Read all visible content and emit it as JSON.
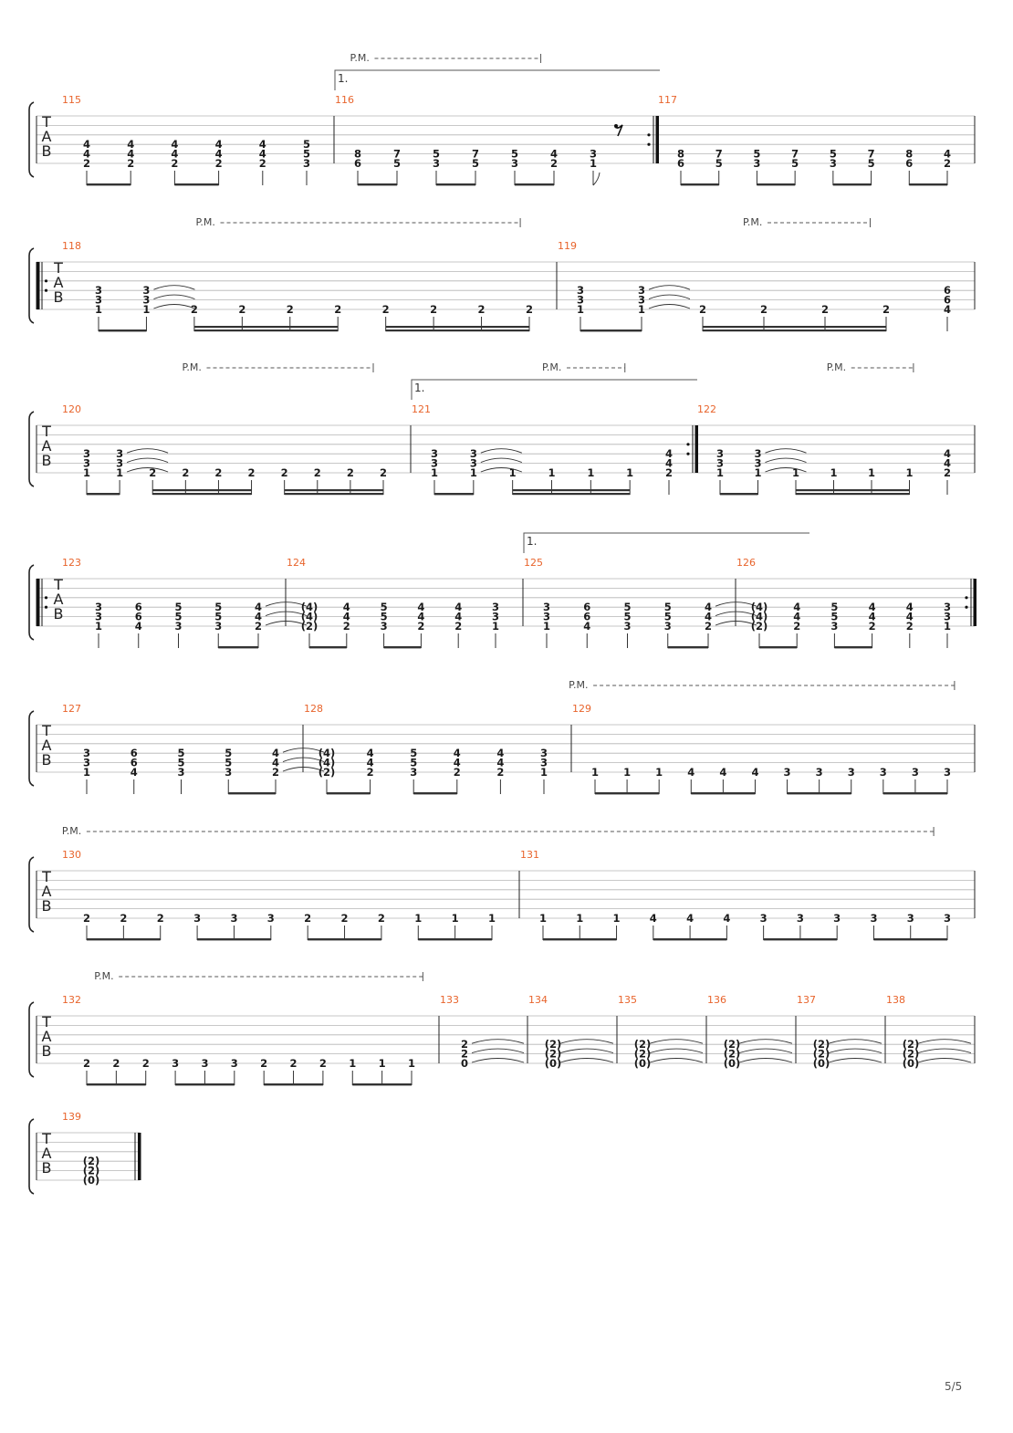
{
  "page": {
    "number": "5/5"
  },
  "labels": {
    "pm": "P.M.",
    "volta": "1.",
    "clef": [
      "T",
      "A",
      "B"
    ]
  },
  "systems": [
    {
      "measures": [
        {
          "number": "115",
          "chords": [
            [
              "4",
              "4",
              "2"
            ],
            [
              "4",
              "4",
              "2"
            ],
            [
              "4",
              "4",
              "2"
            ],
            [
              "4",
              "4",
              "2"
            ],
            [
              "4",
              "4",
              "2"
            ],
            [
              "5",
              "5",
              "3"
            ]
          ],
          "beams": [
            [
              0,
              1
            ],
            [
              2,
              3
            ]
          ]
        },
        {
          "number": "116",
          "chords": [
            [
              "8",
              "6"
            ],
            [
              "7",
              "5"
            ],
            [
              "5",
              "3"
            ],
            [
              "7",
              "5"
            ],
            [
              "5",
              "3"
            ],
            [
              "4",
              "2"
            ],
            [
              "3",
              "1"
            ]
          ],
          "beams": [
            [
              0,
              1
            ],
            [
              2,
              3
            ],
            [
              4,
              5
            ]
          ],
          "flag": 6,
          "rest": true,
          "repeat_end": true
        },
        {
          "number": "117",
          "chords": [
            [
              "8",
              "6"
            ],
            [
              "7",
              "5"
            ],
            [
              "5",
              "3"
            ],
            [
              "7",
              "5"
            ],
            [
              "5",
              "3"
            ],
            [
              "7",
              "5"
            ],
            [
              "8",
              "6"
            ],
            [
              "4",
              "2"
            ]
          ],
          "beams": [
            [
              0,
              1
            ],
            [
              2,
              3
            ],
            [
              4,
              5
            ],
            [
              6,
              7
            ]
          ]
        }
      ],
      "pm": [
        {
          "from": 1,
          "from_frac": 0.12,
          "to": 1,
          "to_frac": 0.64
        }
      ],
      "volta": [
        {
          "label": "1.",
          "measure": 1
        }
      ]
    },
    {
      "repeat_start": true,
      "measures": [
        {
          "number": "118",
          "chords": [
            [
              "3",
              "3",
              "1"
            ],
            [
              "3",
              "3",
              "1"
            ],
            [
              "2"
            ],
            [
              "2"
            ],
            [
              "2"
            ],
            [
              "2"
            ],
            [
              "2"
            ],
            [
              "2"
            ],
            [
              "2"
            ],
            [
              "2"
            ]
          ],
          "beams": [
            [
              0,
              1
            ]
          ],
          "beams16": [
            [
              2,
              5
            ],
            [
              6,
              9
            ]
          ],
          "ties_after": [
            1
          ]
        },
        {
          "number": "119",
          "chords": [
            [
              "3",
              "3",
              "1"
            ],
            [
              "3",
              "3",
              "1"
            ],
            [
              "2"
            ],
            [
              "2"
            ],
            [
              "2"
            ],
            [
              "2"
            ],
            [
              "6",
              "6",
              "4"
            ]
          ],
          "beams": [
            [
              0,
              1
            ]
          ],
          "beams16": [
            [
              2,
              5
            ]
          ],
          "ties_after": [
            1
          ]
        }
      ],
      "pm": [
        {
          "from": 0,
          "from_frac": 0.35,
          "to": 0,
          "to_frac": 0.93
        },
        {
          "from": 1,
          "from_frac": 0.5,
          "to": 1,
          "to_frac": 0.75
        }
      ]
    },
    {
      "measures": [
        {
          "number": "120",
          "chords": [
            [
              "3",
              "3",
              "1"
            ],
            [
              "3",
              "3",
              "1"
            ],
            [
              "2"
            ],
            [
              "2"
            ],
            [
              "2"
            ],
            [
              "2"
            ],
            [
              "2"
            ],
            [
              "2"
            ],
            [
              "2"
            ],
            [
              "2"
            ]
          ],
          "beams": [
            [
              0,
              1
            ]
          ],
          "beams16": [
            [
              2,
              5
            ],
            [
              6,
              9
            ]
          ],
          "ties_after": [
            1
          ]
        },
        {
          "number": "121",
          "chords": [
            [
              "3",
              "3",
              "1"
            ],
            [
              "3",
              "3",
              "1"
            ],
            [
              "1"
            ],
            [
              "1"
            ],
            [
              "1"
            ],
            [
              "1"
            ],
            [
              "4",
              "4",
              "2"
            ]
          ],
          "beams": [
            [
              0,
              1
            ]
          ],
          "beams16": [
            [
              2,
              5
            ]
          ],
          "ties_after": [
            1
          ],
          "repeat_end": true
        },
        {
          "number": "122",
          "chords": [
            [
              "3",
              "3",
              "1"
            ],
            [
              "3",
              "3",
              "1"
            ],
            [
              "1"
            ],
            [
              "1"
            ],
            [
              "1"
            ],
            [
              "1"
            ],
            [
              "4",
              "4",
              "2"
            ]
          ],
          "beams": [
            [
              0,
              1
            ]
          ],
          "beams16": [
            [
              2,
              5
            ]
          ],
          "ties_after": [
            1
          ]
        }
      ],
      "pm": [
        {
          "from": 0,
          "from_frac": 0.45,
          "to": 0,
          "to_frac": 0.9
        },
        {
          "from": 1,
          "from_frac": 0.54,
          "to": 1,
          "to_frac": 0.75
        },
        {
          "from": 2,
          "from_frac": 0.55,
          "to": 2,
          "to_frac": 0.78
        }
      ],
      "volta": [
        {
          "label": "1.",
          "measure": 1
        }
      ]
    },
    {
      "repeat_start": true,
      "measures": [
        {
          "number": "123",
          "chords": [
            [
              "3",
              "3",
              "1"
            ],
            [
              "6",
              "6",
              "4"
            ],
            [
              "5",
              "5",
              "3"
            ],
            [
              "5",
              "5",
              "3"
            ],
            [
              "4",
              "4",
              "2"
            ]
          ],
          "beams": [
            [
              3,
              4
            ]
          ],
          "ties_after": [
            4
          ]
        },
        {
          "number": "124",
          "chords": [
            [
              "(4)",
              "(4)",
              "(2)"
            ],
            [
              "4",
              "4",
              "2"
            ],
            [
              "5",
              "5",
              "3"
            ],
            [
              "4",
              "4",
              "2"
            ],
            [
              "4",
              "4",
              "2"
            ],
            [
              "3",
              "3",
              "1"
            ]
          ],
          "beams": [
            [
              0,
              1
            ],
            [
              2,
              3
            ]
          ]
        },
        {
          "number": "125",
          "chords": [
            [
              "3",
              "3",
              "1"
            ],
            [
              "6",
              "6",
              "4"
            ],
            [
              "5",
              "5",
              "3"
            ],
            [
              "5",
              "5",
              "3"
            ],
            [
              "4",
              "4",
              "2"
            ]
          ],
          "beams": [
            [
              3,
              4
            ]
          ],
          "ties_after": [
            4
          ]
        },
        {
          "number": "126",
          "chords": [
            [
              "(4)",
              "(4)",
              "(2)"
            ],
            [
              "4",
              "4",
              "2"
            ],
            [
              "5",
              "5",
              "3"
            ],
            [
              "4",
              "4",
              "2"
            ],
            [
              "4",
              "4",
              "2"
            ],
            [
              "3",
              "3",
              "1"
            ]
          ],
          "beams": [
            [
              0,
              1
            ],
            [
              2,
              3
            ]
          ],
          "repeat_end": true
        }
      ],
      "volta": [
        {
          "label": "1.",
          "measure": 2
        }
      ]
    },
    {
      "measures": [
        {
          "number": "127",
          "chords": [
            [
              "3",
              "3",
              "1"
            ],
            [
              "6",
              "6",
              "4"
            ],
            [
              "5",
              "5",
              "3"
            ],
            [
              "5",
              "5",
              "3"
            ],
            [
              "4",
              "4",
              "2"
            ]
          ],
          "beams": [
            [
              3,
              4
            ]
          ],
          "ties_after": [
            4
          ]
        },
        {
          "number": "128",
          "chords": [
            [
              "(4)",
              "(4)",
              "(2)"
            ],
            [
              "4",
              "4",
              "2"
            ],
            [
              "5",
              "5",
              "3"
            ],
            [
              "4",
              "4",
              "2"
            ],
            [
              "4",
              "4",
              "2"
            ],
            [
              "3",
              "3",
              "1"
            ]
          ],
          "beams": [
            [
              0,
              1
            ],
            [
              2,
              3
            ]
          ]
        },
        {
          "number": "129",
          "chords": [
            [
              "1"
            ],
            [
              "1"
            ],
            [
              "1"
            ],
            [
              "4"
            ],
            [
              "4"
            ],
            [
              "4"
            ],
            [
              "3"
            ],
            [
              "3"
            ],
            [
              "3"
            ],
            [
              "3"
            ],
            [
              "3"
            ],
            [
              "3"
            ]
          ],
          "beams": [
            [
              0,
              2
            ],
            [
              3,
              5
            ],
            [
              6,
              8
            ],
            [
              9,
              11
            ]
          ]
        }
      ],
      "pm": [
        {
          "from": 2,
          "from_frac": 0.05,
          "to": 2,
          "to_frac": 0.95
        }
      ]
    },
    {
      "measures": [
        {
          "number": "130",
          "chords": [
            [
              "2"
            ],
            [
              "2"
            ],
            [
              "2"
            ],
            [
              "3"
            ],
            [
              "3"
            ],
            [
              "3"
            ],
            [
              "2"
            ],
            [
              "2"
            ],
            [
              "2"
            ],
            [
              "1"
            ],
            [
              "1"
            ],
            [
              "1"
            ]
          ],
          "beams": [
            [
              0,
              2
            ],
            [
              3,
              5
            ],
            [
              6,
              8
            ],
            [
              9,
              11
            ]
          ]
        },
        {
          "number": "131",
          "chords": [
            [
              "1"
            ],
            [
              "1"
            ],
            [
              "1"
            ],
            [
              "4"
            ],
            [
              "4"
            ],
            [
              "4"
            ],
            [
              "3"
            ],
            [
              "3"
            ],
            [
              "3"
            ],
            [
              "3"
            ],
            [
              "3"
            ],
            [
              "3"
            ]
          ],
          "beams": [
            [
              0,
              2
            ],
            [
              3,
              5
            ],
            [
              6,
              8
            ],
            [
              9,
              11
            ]
          ]
        }
      ],
      "pm": [
        {
          "from": 0,
          "from_frac": 0.1,
          "to": 1,
          "to_frac": 0.91
        }
      ]
    },
    {
      "measures": [
        {
          "number": "132",
          "chords": [
            [
              "2"
            ],
            [
              "2"
            ],
            [
              "2"
            ],
            [
              "3"
            ],
            [
              "3"
            ],
            [
              "3"
            ],
            [
              "2"
            ],
            [
              "2"
            ],
            [
              "2"
            ],
            [
              "1"
            ],
            [
              "1"
            ],
            [
              "1"
            ]
          ],
          "beams": [
            [
              0,
              2
            ],
            [
              3,
              5
            ],
            [
              6,
              8
            ],
            [
              9,
              11
            ]
          ]
        },
        {
          "number": "133",
          "chords": [
            [
              "2",
              "2",
              "0"
            ]
          ],
          "whole": true,
          "ties_after": [
            0
          ]
        },
        {
          "number": "134",
          "chords": [
            [
              "(2)",
              "(2)",
              "(0)"
            ]
          ],
          "whole": true,
          "ties_after": [
            0
          ]
        },
        {
          "number": "135",
          "chords": [
            [
              "(2)",
              "(2)",
              "(0)"
            ]
          ],
          "whole": true,
          "ties_after": [
            0
          ]
        },
        {
          "number": "136",
          "chords": [
            [
              "(2)",
              "(2)",
              "(0)"
            ]
          ],
          "whole": true,
          "ties_after": [
            0
          ]
        },
        {
          "number": "137",
          "chords": [
            [
              "(2)",
              "(2)",
              "(0)"
            ]
          ],
          "whole": true,
          "ties_after": [
            0
          ]
        },
        {
          "number": "138",
          "chords": [
            [
              "(2)",
              "(2)",
              "(0)"
            ]
          ],
          "whole": true,
          "ties_after": [
            0
          ]
        }
      ],
      "pm": [
        {
          "from": 0,
          "from_frac": 0.2,
          "to": 0,
          "to_frac": 0.96
        }
      ]
    },
    {
      "measures": [
        {
          "number": "139",
          "chords": [
            [
              "(2)",
              "(2)",
              "(0)"
            ]
          ],
          "whole": true,
          "final": true
        }
      ]
    }
  ]
}
